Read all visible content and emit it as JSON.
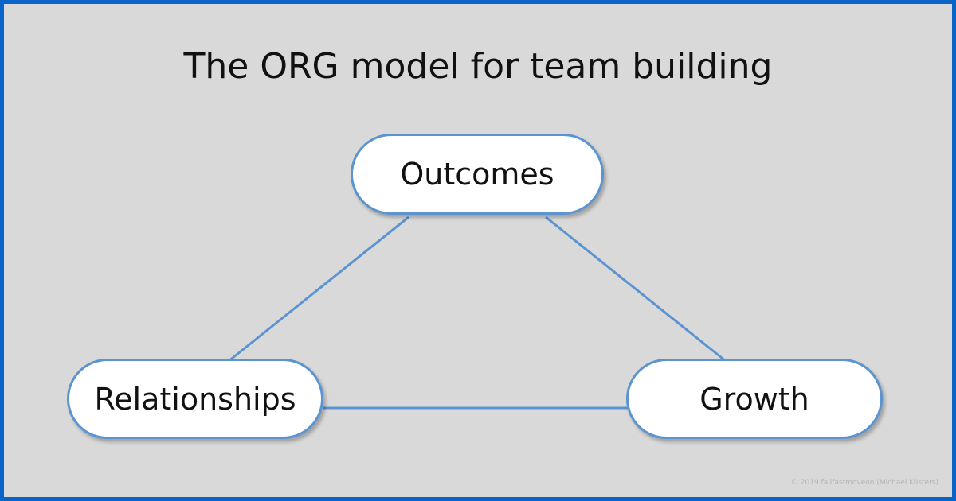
{
  "title": "The ORG model for team building",
  "nodes": {
    "outcomes": "Outcomes",
    "relationships": "Relationships",
    "growth": "Growth"
  },
  "copyright": "© 2019 failfastmoveon (Michael Küsters)",
  "colors": {
    "background": "#d9d9d9",
    "border": "#0a64c8",
    "accent": "#5b94d1",
    "node_fill": "#ffffff"
  }
}
